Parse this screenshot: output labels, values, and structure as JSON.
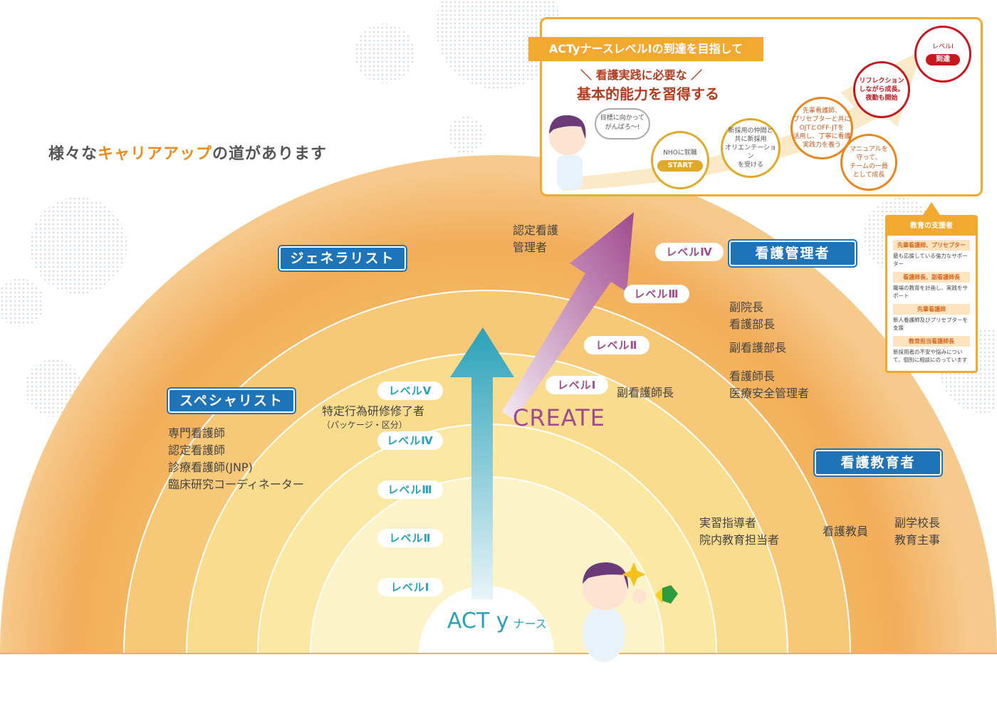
{
  "headline": {
    "pre": "様々な",
    "highlight": "キャリアアップ",
    "post": "の道があります"
  },
  "categories": {
    "generalist": "ジェネラリスト",
    "specialist": "スペシャリスト",
    "manager": "看護管理者",
    "educator": "看護教育者"
  },
  "levels_left": [
    "レベルⅤ",
    "レベルⅣ",
    "レベルⅢ",
    "レベルⅡ",
    "レベルⅠ"
  ],
  "levels_right": [
    "レベルⅣ",
    "レベルⅢ",
    "レベルⅡ",
    "レベルⅠ"
  ],
  "roles": {
    "cert_admin": [
      "認定看護",
      "管理者"
    ],
    "tokutei": "特定行為研修修了者",
    "tokutei_sub": "（パッケージ・区分）",
    "specialist_list": [
      "専門看護師",
      "認定看護師",
      "診療看護師(JNP)",
      "臨床研究コーディネーター"
    ],
    "vice_director": [
      "副院長",
      "看護部長"
    ],
    "deputy_head": "副看護部長",
    "head_nurse": [
      "看護師長",
      "医療安全管理者"
    ],
    "asst_head": "副看護師長",
    "practice": [
      "実習指導者",
      "院内教育担当者"
    ],
    "teacher": "看護教員",
    "vice_principal": [
      "副学校長",
      "教育主事"
    ]
  },
  "create_label": "CREATE",
  "act_label": {
    "main": "ACT y",
    "suffix": "ナース"
  },
  "goal": {
    "header": "ACTyナースレベルⅠの到達を目指して",
    "sub1": "＼ 看護実践に必要な ／",
    "sub2": "基本的能力を習得する",
    "speech": [
      "目標に向かって",
      "がんばろ〜!"
    ],
    "step_start": [
      "NHOに就職",
      "START"
    ],
    "step_orientation": [
      "新採用の仲間と",
      "共に新採用",
      "オリエンテーション",
      "を受ける"
    ],
    "step_ojt": [
      "先輩看護師、",
      "プリセプターと共に",
      "OJTとOFF-JTを",
      "活用し、丁寧に看護",
      "実践力を養う"
    ],
    "step_manual": [
      "マニュアルを",
      "守って、",
      "チームの一員",
      "として成長"
    ],
    "step_reflection": [
      "リフレクション",
      "しながら成長。",
      "夜勤も開始"
    ],
    "step_goal": [
      "レベルⅠ",
      "到達"
    ]
  },
  "supporters": {
    "title": "教育の支援者",
    "items": [
      {
        "label": "先輩看護師、プリセプター",
        "desc": "最も応援している強力なサポーター"
      },
      {
        "label": "看護師長、副看護師長",
        "desc": "職場の教育を計画し、実践をサポート"
      },
      {
        "label": "先輩看護師",
        "desc": "新人看護師及びプリセプターを支援"
      },
      {
        "label": "教育担当看護師長",
        "desc": "新採用者の不安や悩みについて、個別に相談にのっています"
      }
    ]
  },
  "colors": {
    "accent": "#ee8a1a",
    "blue": "#1f73b7",
    "teal": "#2aa1b8",
    "purple": "#a04a8f",
    "gold": "#f2a92f",
    "red": "#c7171f"
  }
}
